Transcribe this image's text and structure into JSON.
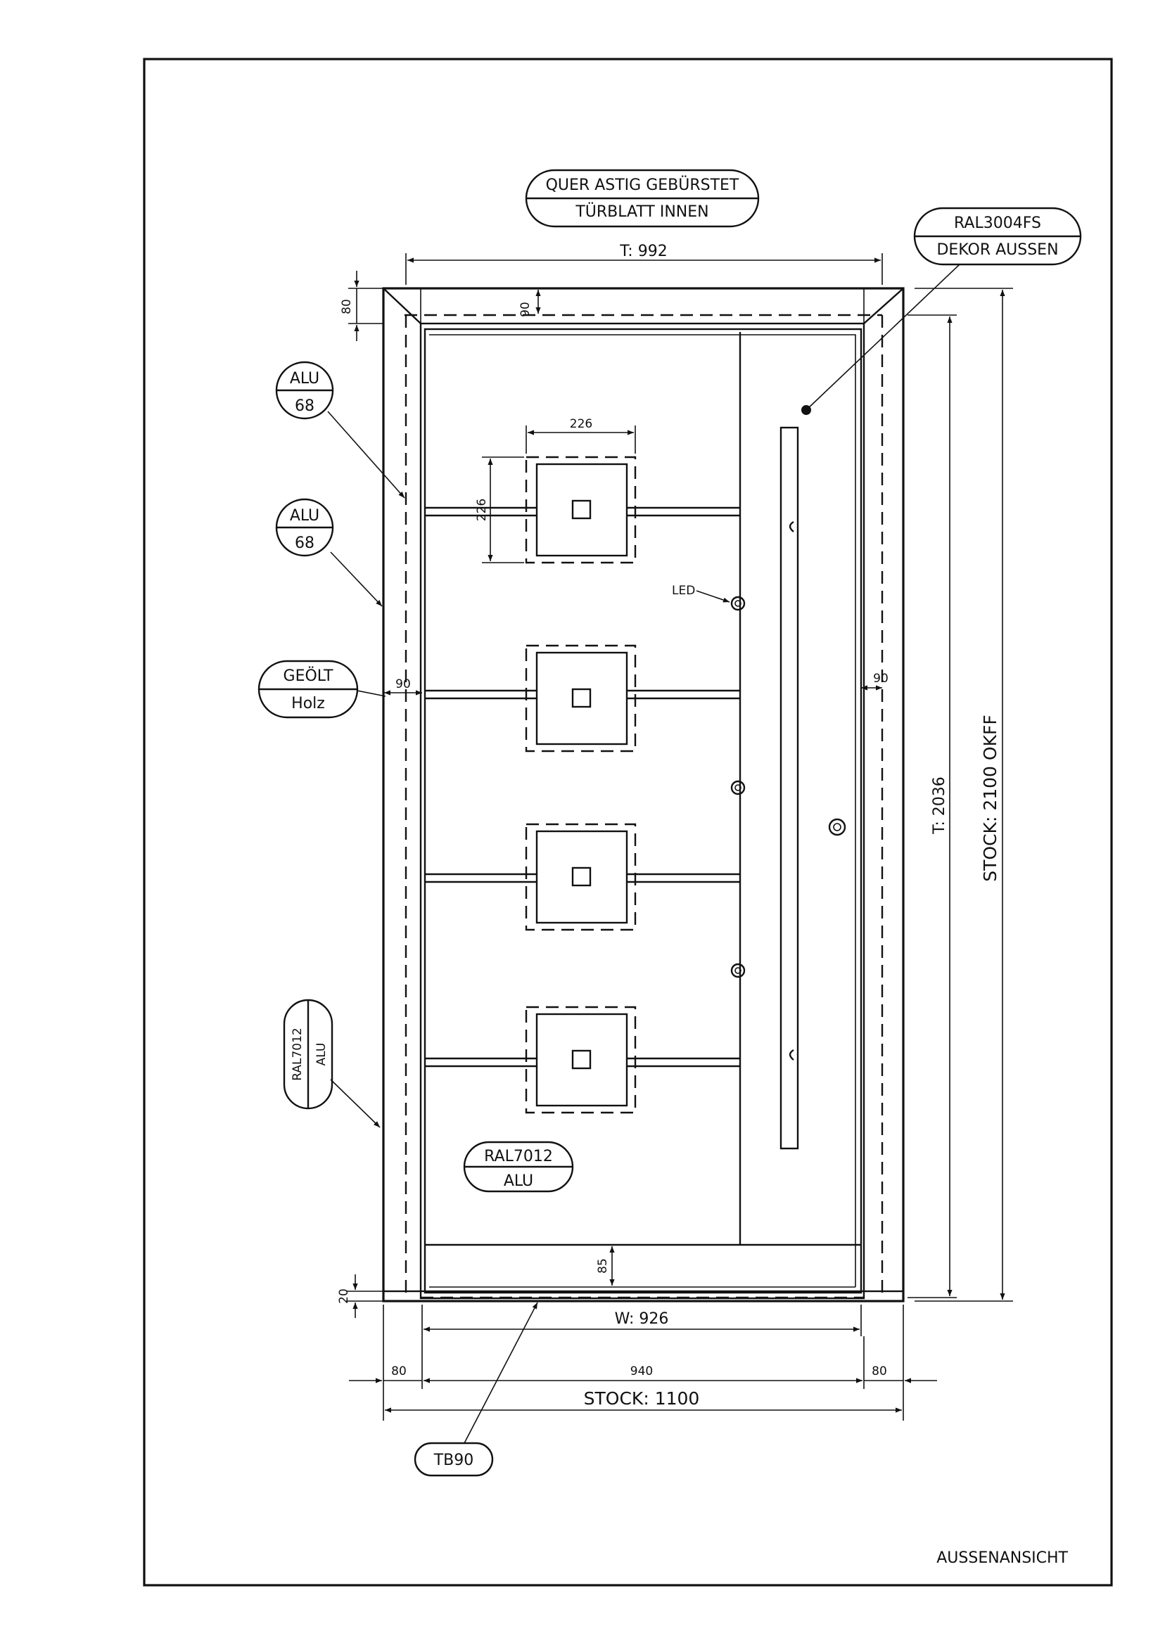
{
  "sheet": {
    "view_title": "AUSSENANSICHT"
  },
  "labels": {
    "quer_line1": "QUER ASTIG GEBÜRSTET",
    "quer_line2": "TÜRBLATT INNEN",
    "ral3004_line1": "RAL3004FS",
    "ral3004_line2": "DEKOR AUSSEN",
    "alu68a_line1": "ALU",
    "alu68a_line2": "68",
    "alu68b_line1": "ALU",
    "alu68b_line2": "68",
    "geoelt_line1": "GEÖLT",
    "geoelt_line2": "Holz",
    "ral7012_side_line1": "RAL7012",
    "ral7012_side_line2": "ALU",
    "ral7012_panel_line1": "RAL7012",
    "ral7012_panel_line2": "ALU",
    "tb90": "TB90",
    "led": "LED"
  },
  "dimensions": {
    "top_width": "T: 992",
    "top_frame_height": "80",
    "top_rail": "90",
    "left_stile": "90",
    "right_stile": "90",
    "window_width": "226",
    "window_height": "226",
    "door_height": "T: 2036",
    "stock_height": "STOCK: 2100 OKFF",
    "bottom_rail": "85",
    "threshold": "20",
    "leaf_width": "W: 926",
    "left_jamb": "80",
    "clear_width": "940",
    "right_jamb": "80",
    "stock_width": "STOCK: 1100"
  }
}
